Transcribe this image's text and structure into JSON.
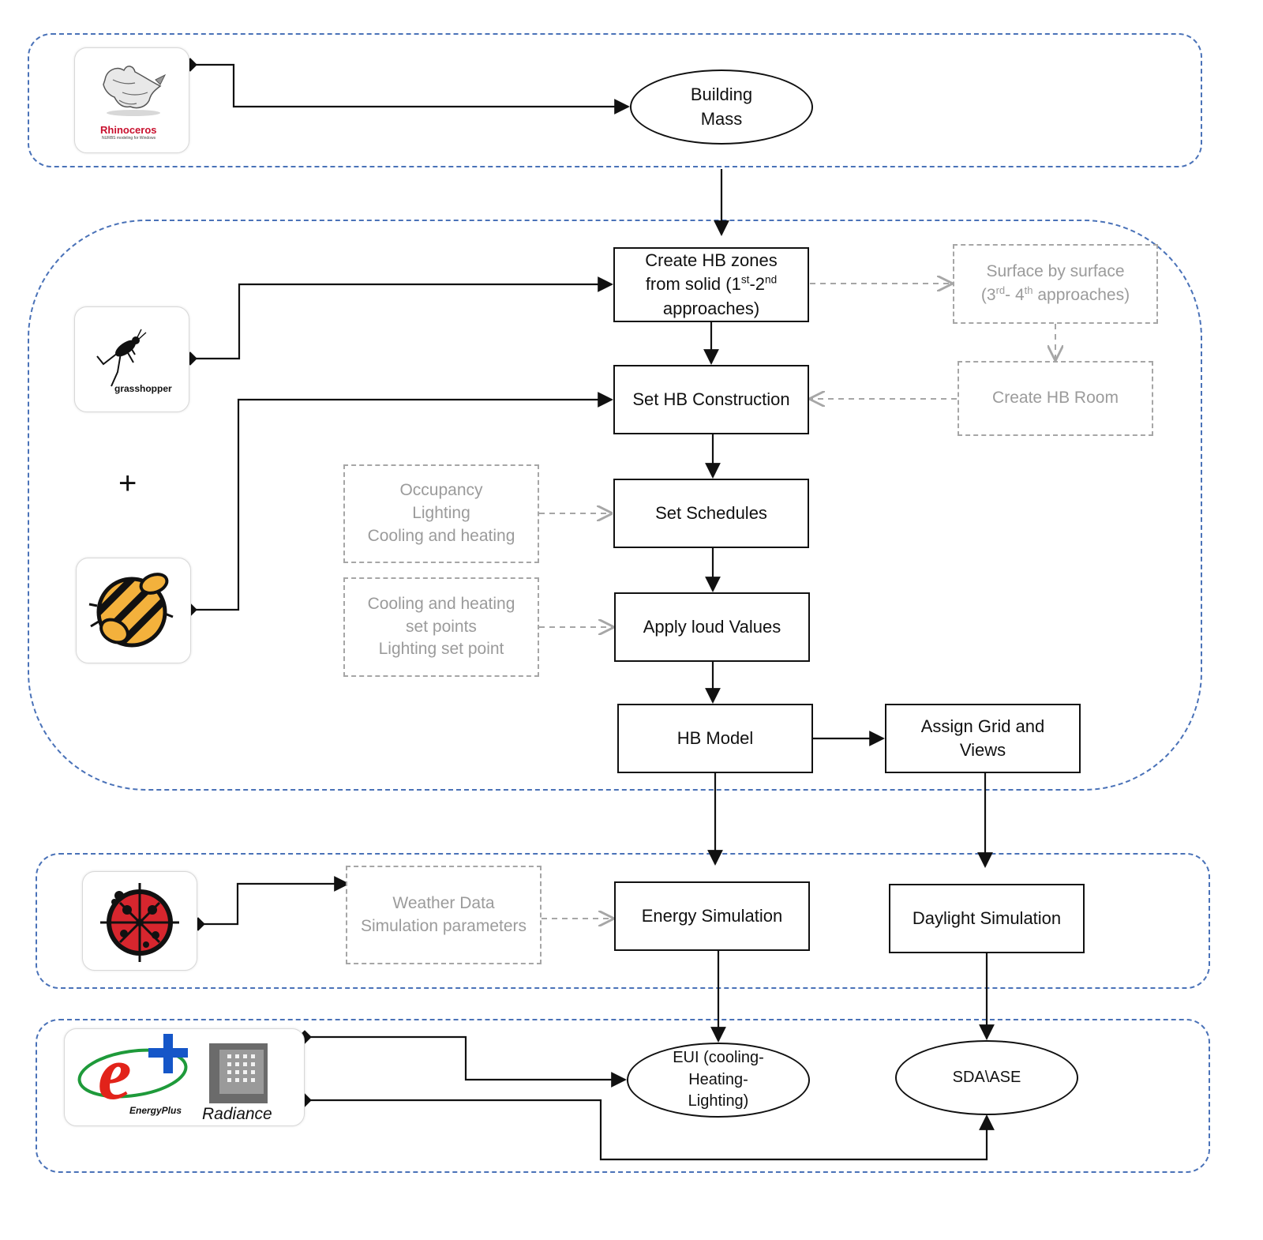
{
  "logos": {
    "rhino": {
      "name": "Rhinoceros",
      "tagline": "NURBS modeling for Windows"
    },
    "grasshopper": {
      "name": "grasshopper"
    },
    "plus_sign": "+",
    "energyplus": {
      "name": "EnergyPlus"
    },
    "radiance": {
      "name": "Radiance"
    }
  },
  "nodes": {
    "building_mass": "Building\nMass",
    "create_zones": {
      "l1": "Create HB zones",
      "l2a": "from solid (1",
      "sup1": "st",
      "l2b": "-2",
      "sup2": "nd",
      "l3": "approaches)"
    },
    "surface_by_surface": {
      "l1": "Surface by surface",
      "l2a": "(3",
      "sup1": "rd",
      "l2b": "- 4",
      "sup2": "th",
      "l2c": " approaches)"
    },
    "set_construction": "Set HB Construction",
    "create_room": "Create HB Room",
    "schedule_inputs": "Occupancy\nLighting\nCooling and heating",
    "set_schedules": "Set Schedules",
    "load_inputs": "Cooling and heating\nset points\nLighting set point",
    "apply_load": "Apply loud Values",
    "hb_model": "HB Model",
    "assign_grid": "Assign Grid and\nViews",
    "weather_inputs": "Weather Data\nSimulation parameters",
    "energy_sim": "Energy Simulation",
    "daylight_sim": "Daylight Simulation",
    "eui": "EUI (cooling-\nHeating-\nLighting)",
    "sda": "SDA\\ASE"
  },
  "colors": {
    "region_border": "#4a72b8",
    "solid": "#111111",
    "dashed": "#a6a6a6"
  }
}
